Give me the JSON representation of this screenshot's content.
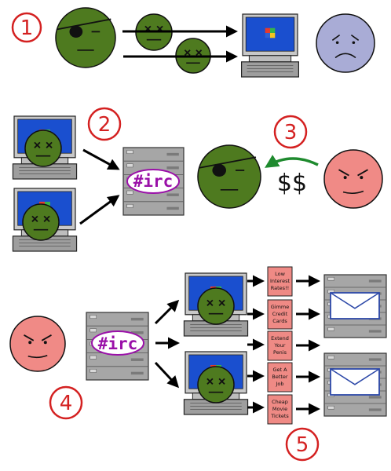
{
  "diagram": {
    "steps": [
      "1",
      "2",
      "3",
      "4",
      "5"
    ],
    "irc_label": "#irc",
    "money_label": "$$",
    "spam_messages": [
      [
        "Low",
        "Interest",
        "Rates!!"
      ],
      [
        "Gimme",
        "Credit",
        "Cards"
      ],
      [
        "Extend",
        "Your",
        "Penis"
      ],
      [
        "Get A",
        "Better",
        "Job"
      ],
      [
        "Cheap",
        "Movie",
        "Tickets"
      ]
    ],
    "colors": {
      "step_circle": "#d42121",
      "hacker_face": "#4e7a1f",
      "zombie_face": "#4e7a1f",
      "victim_face": "#a9acd6",
      "spammer_face": "#f08a86",
      "screen": "#1a4fcf",
      "server": "#a6a6a6",
      "irc_text": "#9a10a8",
      "money_arrow": "#1e8a2e",
      "spam_box": "#ef8a85"
    },
    "icons": [
      "hacker-face-icon",
      "zombie-face-icon",
      "victim-face-icon",
      "spammer-face-icon",
      "computer-icon",
      "server-icon",
      "envelope-icon",
      "windows-logo-icon",
      "arrow-icon"
    ]
  }
}
